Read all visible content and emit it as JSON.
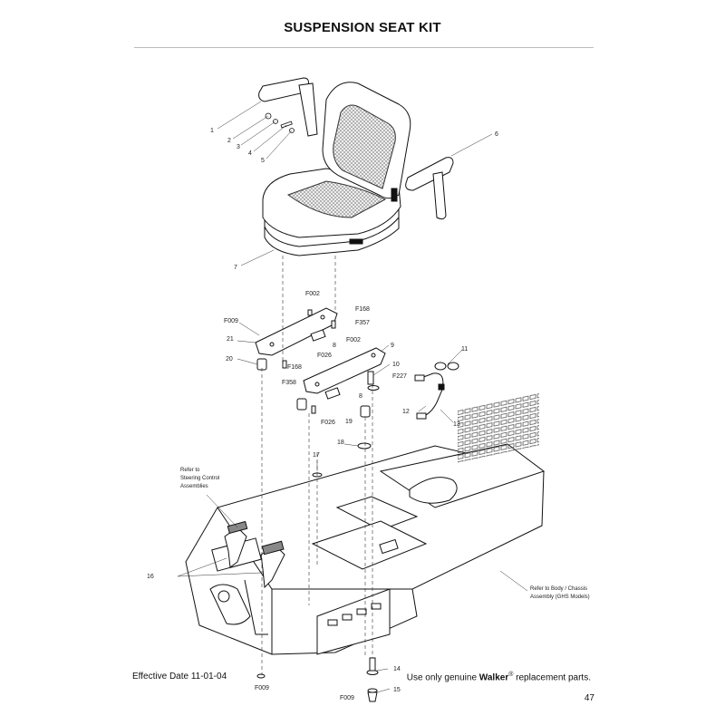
{
  "title": "SUSPENSION SEAT KIT",
  "callouts": {
    "c1": "1",
    "c2": "2",
    "c3": "3",
    "c4": "4",
    "c5": "5",
    "c6": "6",
    "c7": "7",
    "f002a": "F002",
    "f168a": "F168",
    "f357": "F357",
    "f009a": "F009",
    "c21": "21",
    "c8a": "8",
    "f026a": "F026",
    "f002b": "F002",
    "c9": "9",
    "c20": "20",
    "f168b": "F168",
    "f358": "F358",
    "c10": "10",
    "f227": "F227",
    "c8b": "8",
    "c11": "11",
    "c12": "12",
    "c13": "13",
    "f026b": "F026",
    "c19": "19",
    "c18": "18",
    "c17": "17",
    "c16": "16",
    "c14": "14",
    "c15": "15",
    "f009b": "F009",
    "f009c": "F009"
  },
  "notes": {
    "steering_line1": "Refer to",
    "steering_line2": "Steering Control",
    "steering_line3": "Assemblies",
    "body_line1": "Refer to Body / Chassis",
    "body_line2": "Assembly (GHS Models)"
  },
  "footer": {
    "effective": "Effective Date 11-01-04",
    "use_prefix": "Use only genuine ",
    "brand": "Walker",
    "reg": "®",
    "use_suffix": " replacement parts.",
    "page_number": "47"
  }
}
